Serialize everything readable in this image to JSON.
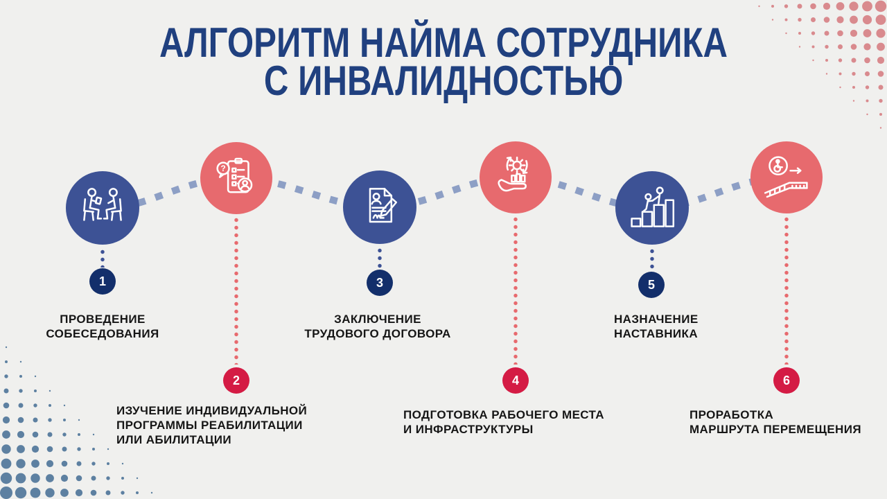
{
  "title": {
    "line1": "АЛГОРИТМ НАЙМА СОТРУДНИКА",
    "line2": "С ИНВАЛИДНОСТЬЮ"
  },
  "steps": [
    {
      "number": "1",
      "color": "blue",
      "icon": "interview-icon",
      "lines": [
        "ПРОВЕДЕНИЕ",
        "СОБЕСЕДОВАНИЯ"
      ]
    },
    {
      "number": "2",
      "color": "red",
      "icon": "rehab-program-checklist-icon",
      "lines": [
        "ИЗУЧЕНИЕ ИНДИВИДУАЛЬНОЙ",
        "ПРОГРАММЫ РЕАБИЛИТАЦИИ",
        "ИЛИ АБИЛИТАЦИИ"
      ]
    },
    {
      "number": "3",
      "color": "blue",
      "icon": "contract-signing-icon",
      "lines": [
        "ЗАКЛЮЧЕНИЕ",
        "ТРУДОВОГО ДОГОВОРА"
      ]
    },
    {
      "number": "4",
      "color": "red",
      "icon": "workplace-hand-gear-icon",
      "lines": [
        "ПОДГОТОВКА РАБОЧЕГО МЕСТА",
        "И ИНФРАСТРУКТУРЫ"
      ]
    },
    {
      "number": "5",
      "color": "blue",
      "icon": "mentor-steps-icon",
      "lines": [
        "НАЗНАЧЕНИЕ",
        "НАСТАВНИКА"
      ]
    },
    {
      "number": "6",
      "color": "red",
      "icon": "wheelchair-ramp-route-icon",
      "lines": [
        "ПРОРАБОТКА",
        "МАРШРУТА ПЕРЕМЕЩЕНИЯ"
      ]
    }
  ],
  "colors": {
    "background": "#f0f0ee",
    "title_navy": "#20407f",
    "circle_blue": "#3d5295",
    "circle_coral": "#e76a6e",
    "badge_navy": "#132f6b",
    "badge_crimson": "#d41b44",
    "connector_dash": "#8d9fc5",
    "halftone_rose": "#d98a8e",
    "halftone_slate": "#5d80a1",
    "label_text": "#161616"
  }
}
